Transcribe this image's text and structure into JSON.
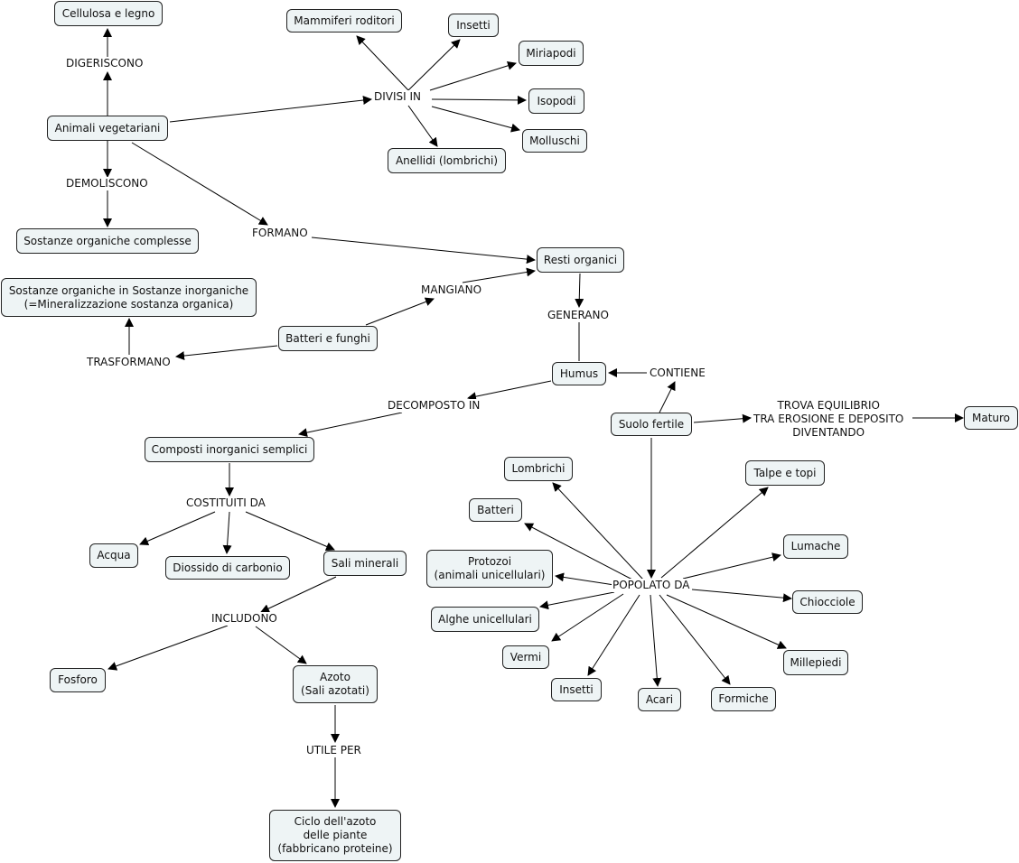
{
  "concepts": {
    "cellulosa": "Cellulosa e legno",
    "animali": "Animali vegetariani",
    "sostanze_complesse": "Sostanze organiche complesse",
    "mammiferi": "Mammiferi roditori",
    "insetti_top": "Insetti",
    "miriapodi": "Miriapodi",
    "isopodi": "Isopodi",
    "molluschi": "Molluschi",
    "anellidi": "Anellidi (lombrichi)",
    "resti": "Resti organici",
    "sostanze_inorg_1": "Sostanze organiche in Sostanze inorganiche",
    "sostanze_inorg_2": "(=Mineralizzazione sostanza organica)",
    "batteri_funghi": "Batteri e funghi",
    "humus": "Humus",
    "suolo": "Suolo fertile",
    "maturo": "Maturo",
    "composti": "Composti inorganici semplici",
    "acqua": "Acqua",
    "diossido": "Diossido di carbonio",
    "sali": "Sali minerali",
    "fosforo": "Fosforo",
    "azoto_1": "Azoto",
    "azoto_2": "(Sali azotati)",
    "ciclo_1": "Ciclo dell'azoto",
    "ciclo_2": "delle piante",
    "ciclo_3": "(fabbricano proteine)",
    "lombrichi": "Lombrichi",
    "batteri": "Batteri",
    "protozoi_1": "Protozoi",
    "protozoi_2": "(animali unicellulari)",
    "alghe": "Alghe unicellulari",
    "vermi": "Vermi",
    "insetti_bottom": "Insetti",
    "acari": "Acari",
    "formiche": "Formiche",
    "millepiedi": "Millepiedi",
    "chiocciole": "Chiocciole",
    "lumache": "Lumache",
    "talpe": "Talpe e topi"
  },
  "links": {
    "digeriscono": "DIGERISCONO",
    "demoliscono": "DEMOLISCONO",
    "divisi_in": "DIVISI IN",
    "formano": "FORMANO",
    "mangiano": "MANGIANO",
    "generano": "GENERANO",
    "trasformano": "TRASFORMANO",
    "contiene": "CONTIENE",
    "trova_1": "TROVA EQUILIBRIO",
    "trova_2": "TRA EROSIONE E DEPOSITO",
    "trova_3": "DIVENTANDO",
    "decomposto_in": "DECOMPOSTO IN",
    "costituiti_da": "COSTITUITI DA",
    "includono": "INCLUDONO",
    "utile_per": "UTILE PER",
    "popolato_da": "POPOLATO DA"
  },
  "colors": {
    "node_fill": "#eef4f5",
    "node_border": "#222222",
    "line": "#000000"
  }
}
